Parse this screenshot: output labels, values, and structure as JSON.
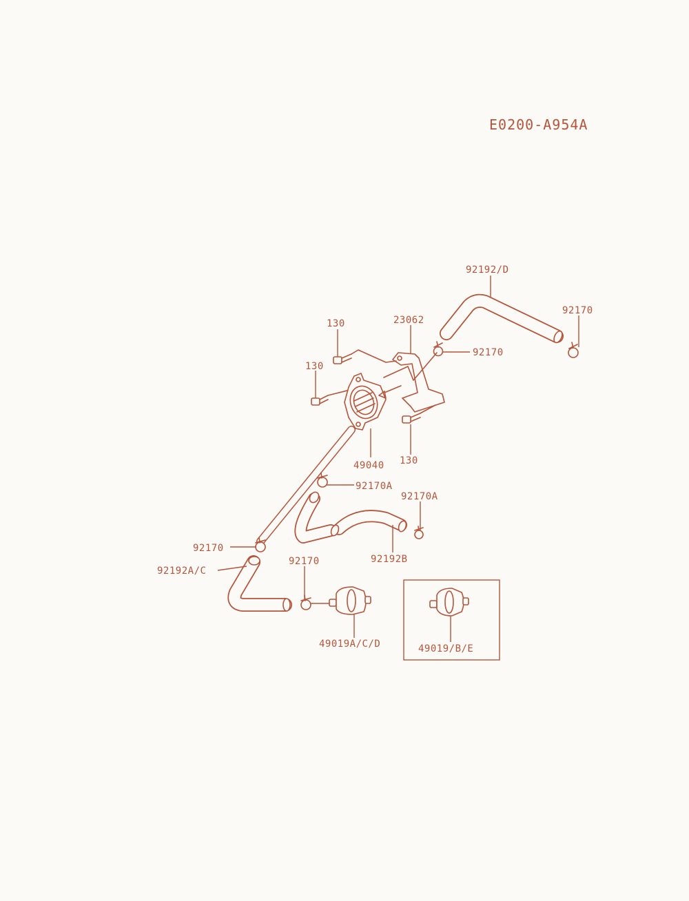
{
  "diagram_code": "E0200-A954A",
  "callouts": {
    "hose_top": "92192/D",
    "clamp_top_right": "92170",
    "bolt_top": "130",
    "bracket": "23062",
    "clamp_top_mid": "92170",
    "bolt_left": "130",
    "bolt_right": "130",
    "fuel_pump": "49040",
    "clamp_a_mid": "92170A",
    "clamp_a_right": "92170A",
    "hose_b": "92192B",
    "clamp_left": "92170",
    "hose_ac": "92192A/C",
    "clamp_bottom": "92170",
    "filter_acd": "49019A/C/D",
    "filter_be": "49019/B/E"
  },
  "colors": {
    "ink": "#b5543a",
    "paper": "#fbfaf6"
  }
}
